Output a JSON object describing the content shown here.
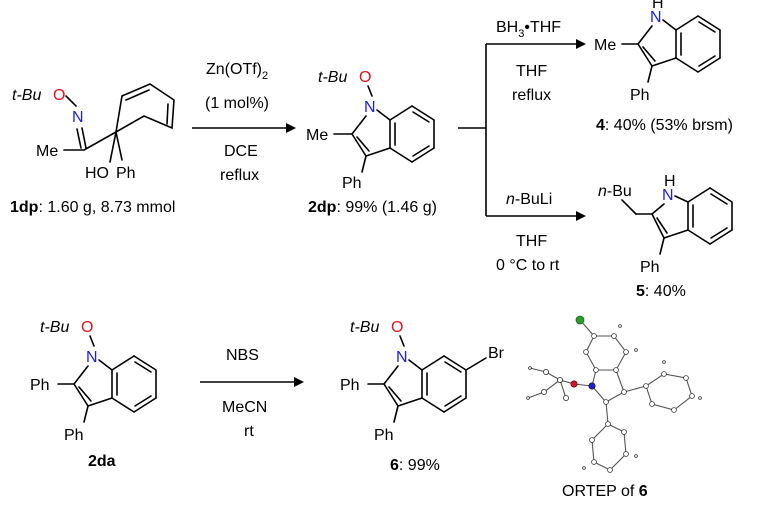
{
  "scheme": {
    "sm1": {
      "label_bold": "1dp",
      "label_rest": ": 1.60 g, 8.73 mmol",
      "tbuo": "t-Bu",
      "o": "O",
      "n": "N",
      "me": "Me",
      "ho": "HO",
      "ph": "Ph"
    },
    "rxn1": {
      "reagent": "Zn(OTf)",
      "reagent_sub": "2",
      "loading": "(1 mol%)",
      "solvent": "DCE",
      "temp": "reflux"
    },
    "p2dp": {
      "label_bold": "2dp",
      "label_rest": ": 99% (1.46 g)",
      "tbuo": "t-Bu",
      "o": "O",
      "n": "N",
      "me": "Me",
      "ph": "Ph"
    },
    "rxnA": {
      "reagent_pre": "BH",
      "reagent_sub": "3",
      "reagent_post": "•THF",
      "solvent": "THF",
      "temp": "reflux"
    },
    "p4": {
      "label_bold": "4",
      "label_rest": ": 40% (53% brsm)",
      "nh": "N",
      "h": "H",
      "me": "Me",
      "ph": "Ph"
    },
    "rxnB": {
      "reagent_italic": "n",
      "reagent_rest": "-BuLi",
      "solvent": "THF",
      "temp": "0 °C to rt"
    },
    "p5": {
      "label_bold": "5",
      "label_rest": ": 40%",
      "nbu_italic": "n",
      "nbu_rest": "-Bu",
      "nh": "N",
      "h": "H",
      "ph": "Ph"
    },
    "sm2da": {
      "label_bold": "2da",
      "tbuo": "t-Bu",
      "o": "O",
      "n": "N",
      "ph1": "Ph",
      "ph2": "Ph"
    },
    "rxn2": {
      "reagent": "NBS",
      "solvent": "MeCN",
      "temp": "rt"
    },
    "p6": {
      "label_bold": "6",
      "label_rest": ": 99%",
      "tbuo": "t-Bu",
      "o": "O",
      "n": "N",
      "ph1": "Ph",
      "ph2": "Ph",
      "br": "Br"
    },
    "ortep": {
      "caption_pre": "ORTEP of ",
      "caption_bold": "6"
    }
  },
  "colors": {
    "nitrogen": "#1f1fd6",
    "oxygen": "#e0151f"
  }
}
